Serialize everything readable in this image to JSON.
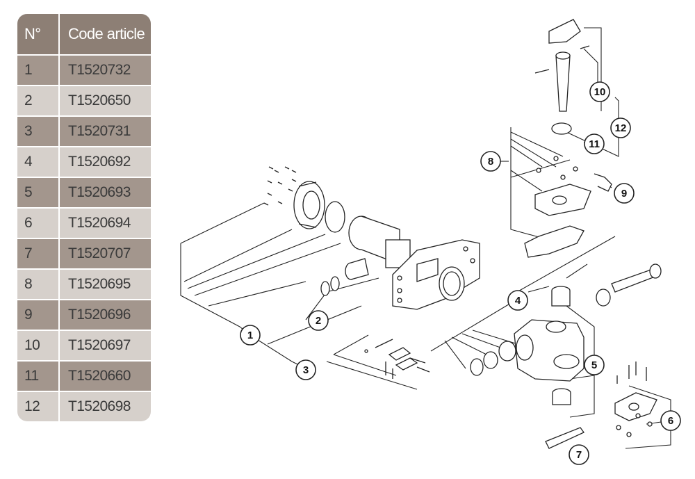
{
  "table": {
    "header": {
      "num": "N°",
      "code": "Code article"
    },
    "rows": [
      {
        "num": "1",
        "code": "T1520732"
      },
      {
        "num": "2",
        "code": "T1520650"
      },
      {
        "num": "3",
        "code": "T1520731"
      },
      {
        "num": "4",
        "code": "T1520692"
      },
      {
        "num": "5",
        "code": "T1520693"
      },
      {
        "num": "6",
        "code": "T1520694"
      },
      {
        "num": "7",
        "code": "T1520707"
      },
      {
        "num": "8",
        "code": "T1520695"
      },
      {
        "num": "9",
        "code": "T1520696"
      },
      {
        "num": "10",
        "code": "T1520697"
      },
      {
        "num": "11",
        "code": "T1520660"
      },
      {
        "num": "12",
        "code": "T1520698"
      }
    ]
  },
  "callouts": [
    "1",
    "2",
    "3",
    "4",
    "5",
    "6",
    "7",
    "8",
    "9",
    "10",
    "11",
    "12"
  ],
  "colors": {
    "header": "#8d7f75",
    "row_dark": "#a3968d",
    "row_light": "#d6d0cb",
    "line": "#222222"
  }
}
